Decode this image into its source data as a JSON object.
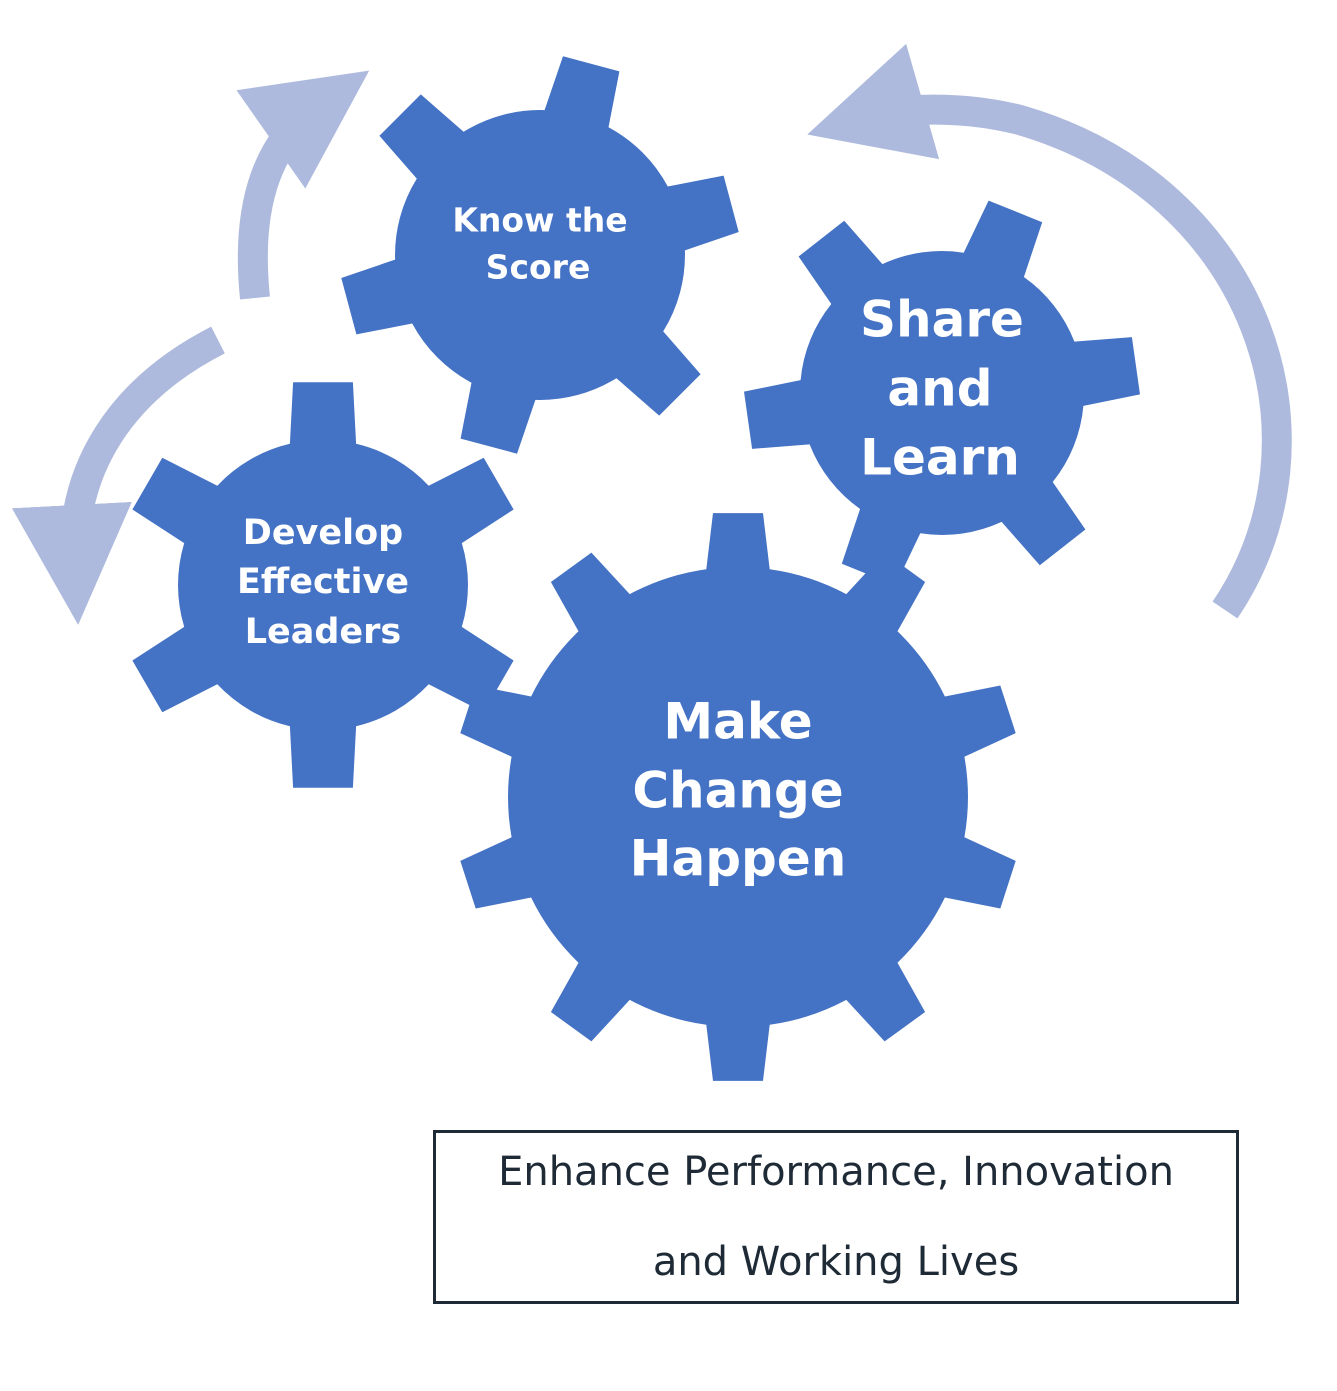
{
  "colors": {
    "gear": "#4472c4",
    "arrow": "#adbadd",
    "gear_text": "#ffffff",
    "box_border": "#1e2a36"
  },
  "gears": {
    "know_the_score": {
      "lines": [
        "Know the",
        "Score"
      ]
    },
    "share_and_learn": {
      "lines": [
        "Share",
        "and",
        "Learn"
      ]
    },
    "develop_effective_leaders": {
      "lines": [
        "Develop",
        "Effective",
        "Leaders"
      ]
    },
    "make_change_happen": {
      "lines": [
        "Make",
        "Change",
        "Happen"
      ]
    }
  },
  "outcome": {
    "line1": "Enhance Performance, Innovation",
    "line2": "and Working Lives"
  }
}
